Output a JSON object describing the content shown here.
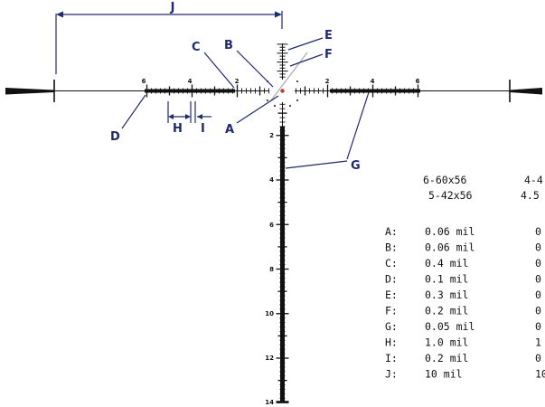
{
  "colors": {
    "reticle": "#111111",
    "callout": "#1e2a6e",
    "center_dot": "#c0392b"
  },
  "labels": {
    "A": "A",
    "B": "B",
    "C": "C",
    "D": "D",
    "E": "E",
    "F": "F",
    "G": "G",
    "H": "H",
    "I": "I",
    "J": "J"
  },
  "horizontal_numbers": [
    "6",
    "4",
    "2",
    "2",
    "4",
    "6"
  ],
  "vertical_numbers": [
    "2",
    "4",
    "6",
    "8",
    "10",
    "12",
    "14"
  ],
  "specs": {
    "headers": {
      "row1": [
        "6-60x56",
        "4-4"
      ],
      "row2": [
        "5-42x56",
        "4.5"
      ]
    },
    "rows": [
      {
        "key": "A:",
        "v1": "0.06 mil",
        "v2": "0"
      },
      {
        "key": "B:",
        "v1": "0.06 mil",
        "v2": "0"
      },
      {
        "key": "C:",
        "v1": "0.4 mil",
        "v2": "0"
      },
      {
        "key": "D:",
        "v1": "0.1 mil",
        "v2": "0"
      },
      {
        "key": "E:",
        "v1": "0.3 mil",
        "v2": "0"
      },
      {
        "key": "F:",
        "v1": "0.2 mil",
        "v2": "0"
      },
      {
        "key": "G:",
        "v1": "0.05 mil",
        "v2": "0"
      },
      {
        "key": "H:",
        "v1": "1.0 mil",
        "v2": "1"
      },
      {
        "key": "I:",
        "v1": "0.2 mil",
        "v2": "0"
      },
      {
        "key": "J:",
        "v1": "10 mil",
        "v2": "10"
      }
    ]
  }
}
